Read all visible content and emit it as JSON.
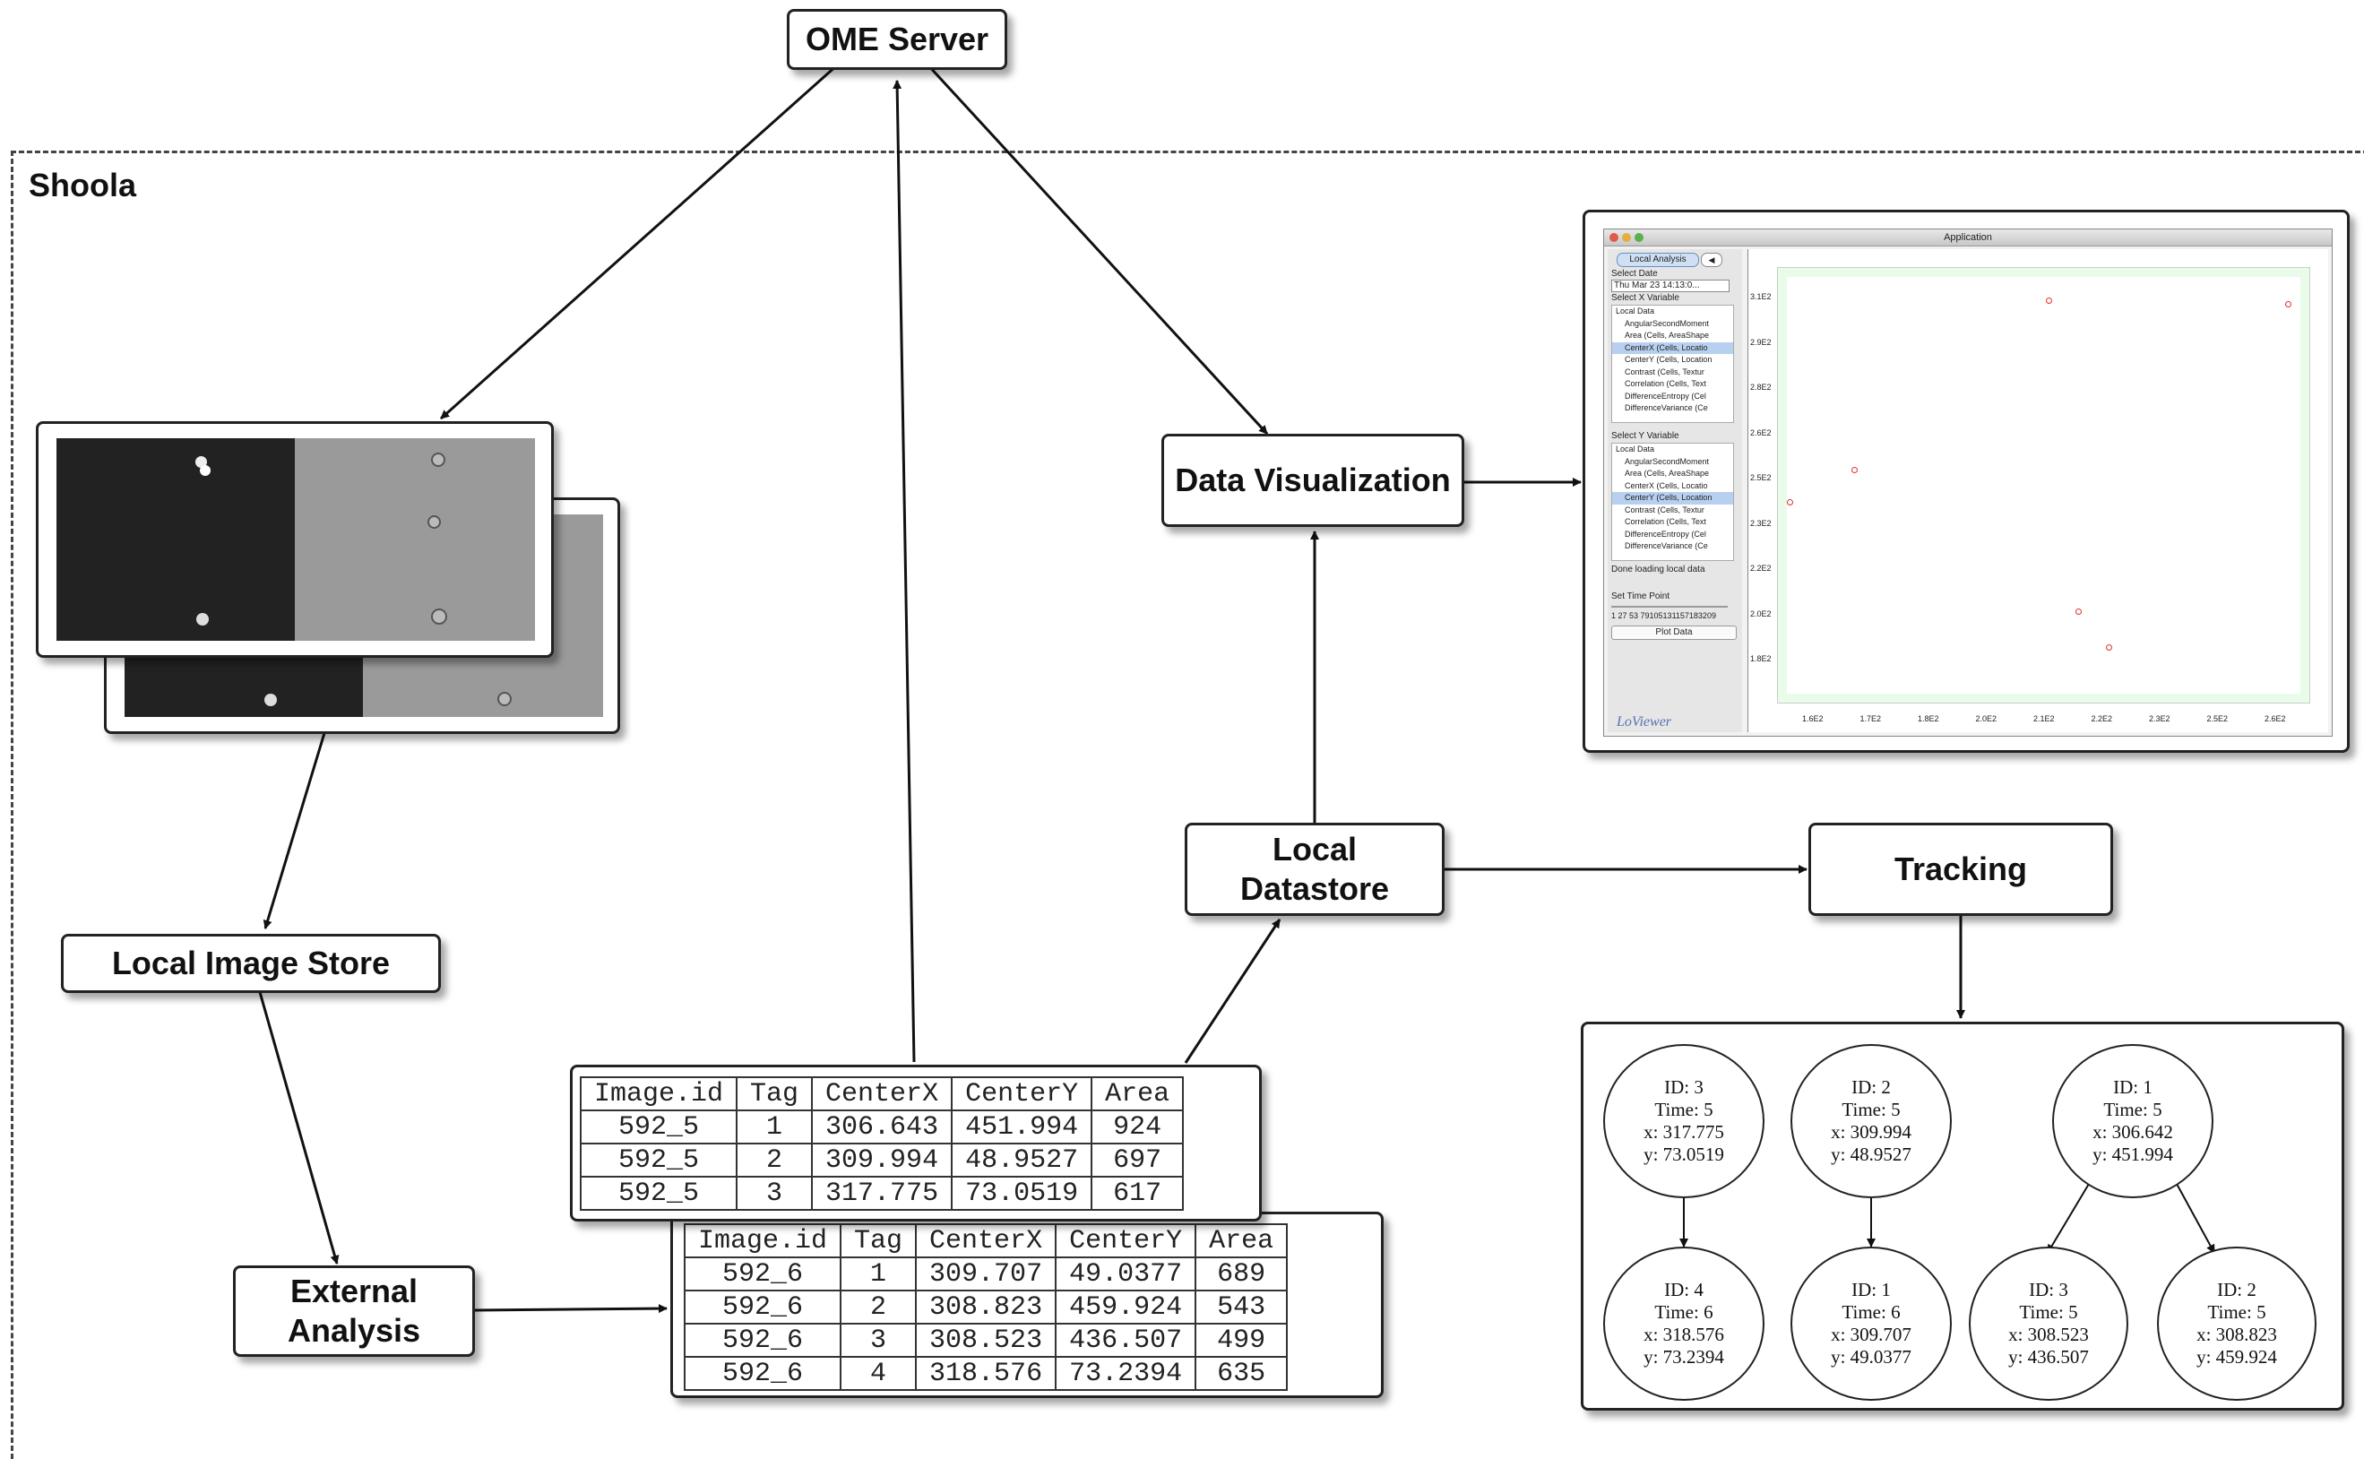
{
  "boxes": {
    "ome_server": "OME Server",
    "shoola": "Shoola",
    "data_visualization": "Data Visualization",
    "local_datastore_line1": "Local",
    "local_datastore_line2": "Datastore",
    "tracking": "Tracking",
    "local_image_store": "Local Image Store",
    "external_analysis_line1": "External",
    "external_analysis_line2": "Analysis"
  },
  "table_front": {
    "headers": [
      "Image.id",
      "Tag",
      "CenterX",
      "CenterY",
      "Area"
    ],
    "rows": [
      [
        "592_5",
        "1",
        "306.643",
        "451.994",
        "924"
      ],
      [
        "592_5",
        "2",
        "309.994",
        "48.9527",
        "697"
      ],
      [
        "592_5",
        "3",
        "317.775",
        "73.0519",
        "617"
      ]
    ]
  },
  "table_back": {
    "headers": [
      "Image.id",
      "Tag",
      "CenterX",
      "CenterY",
      "Area"
    ],
    "rows": [
      [
        "592_6",
        "1",
        "309.707",
        "49.0377",
        "689"
      ],
      [
        "592_6",
        "2",
        "308.823",
        "459.924",
        "543"
      ],
      [
        "592_6",
        "3",
        "308.523",
        "436.507",
        "499"
      ],
      [
        "592_6",
        "4",
        "318.576",
        "73.2394",
        "635"
      ]
    ]
  },
  "tree": [
    {
      "id": "ID: 3",
      "time": "Time: 5",
      "x": "x: 317.775",
      "y": "y: 73.0519"
    },
    {
      "id": "ID: 2",
      "time": "Time: 5",
      "x": "x: 309.994",
      "y": "y: 48.9527"
    },
    {
      "id": "ID: 1",
      "time": "Time: 5",
      "x": "x: 306.642",
      "y": "y: 451.994"
    },
    {
      "id": "ID: 4",
      "time": "Time: 6",
      "x": "x: 318.576",
      "y": "y: 73.2394"
    },
    {
      "id": "ID: 1",
      "time": "Time: 6",
      "x": "x: 309.707",
      "y": "y: 49.0377"
    },
    {
      "id": "ID: 3",
      "time": "Time: 5",
      "x": "x: 308.523",
      "y": "y: 436.507"
    },
    {
      "id": "ID: 2",
      "time": "Time: 5",
      "x": "x: 308.823",
      "y": "y: 459.924"
    }
  ],
  "app": {
    "title": "Application",
    "tab_label": "Local Analysis",
    "select_date_label": "Select Date",
    "date_value": "Thu Mar 23 14:13:0...",
    "select_x_label": "Select X Variable",
    "select_y_label": "Select Y Variable",
    "list_root": "Local Data",
    "list_items": [
      "AngularSecondMoment",
      "Area (Cells, AreaShape",
      "CenterX (Cells, Locatio",
      "CenterY (Cells, Location",
      "Contrast (Cells, Textur",
      "Correlation (Cells, Text",
      "DifferenceEntropy (Cel",
      "DifferenceVariance (Ce"
    ],
    "status": "Done loading local data",
    "time_point_label": "Set Time Point",
    "time_ticks": "1  27 53 79105131157183209",
    "plot_button": "Plot Data",
    "logo": "LoViewer",
    "y_ticks": [
      "3.1E2",
      "2.9E2",
      "2.8E2",
      "2.6E2",
      "2.5E2",
      "2.3E2",
      "2.2E2",
      "2.0E2",
      "1.8E2"
    ],
    "x_ticks": [
      "1.6E2",
      "1.7E2",
      "1.8E2",
      "2.0E2",
      "2.1E2",
      "2.2E2",
      "2.3E2",
      "2.5E2",
      "2.6E2"
    ]
  }
}
